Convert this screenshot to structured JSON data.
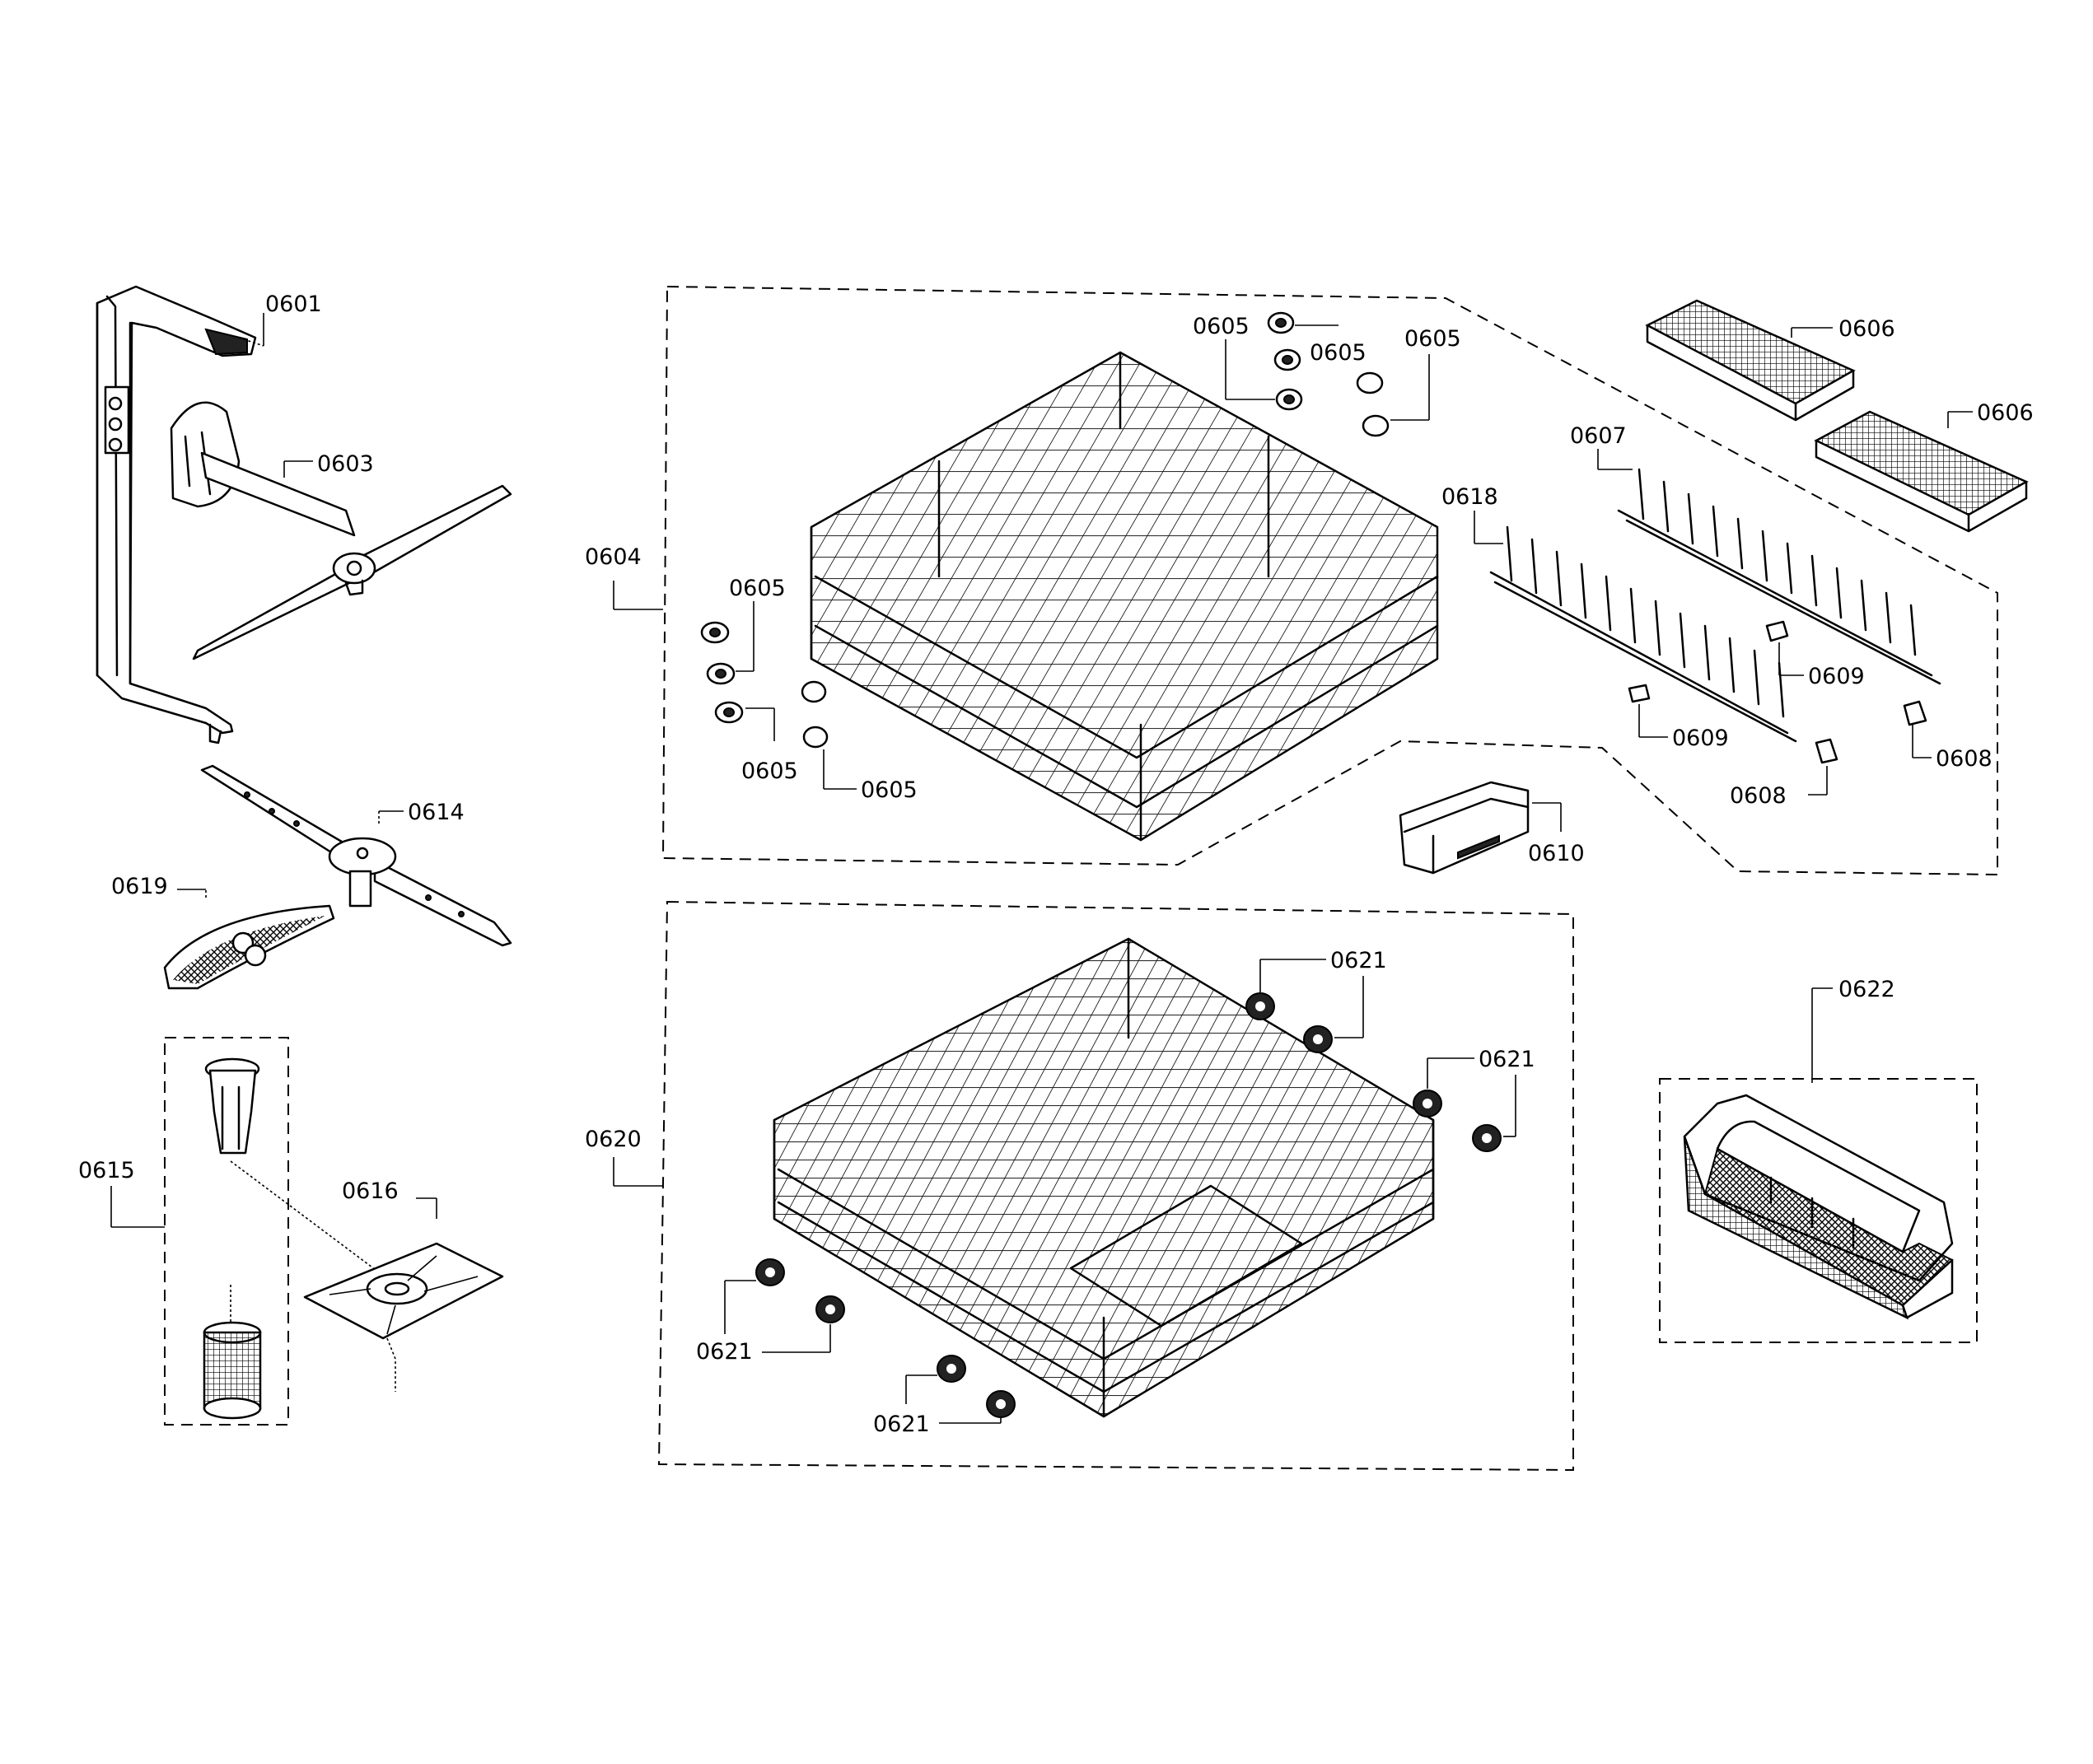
{
  "callouts": {
    "c0601": "0601",
    "c0603": "0603",
    "c0604": "0604",
    "c0605": "0605",
    "c0606": "0606",
    "c0607": "0607",
    "c0608": "0608",
    "c0609": "0609",
    "c0610": "0610",
    "c0614": "0614",
    "c0615": "0615",
    "c0616": "0616",
    "c0618": "0618",
    "c0619": "0619",
    "c0620": "0620",
    "c0621": "0621",
    "c0622": "0622"
  }
}
